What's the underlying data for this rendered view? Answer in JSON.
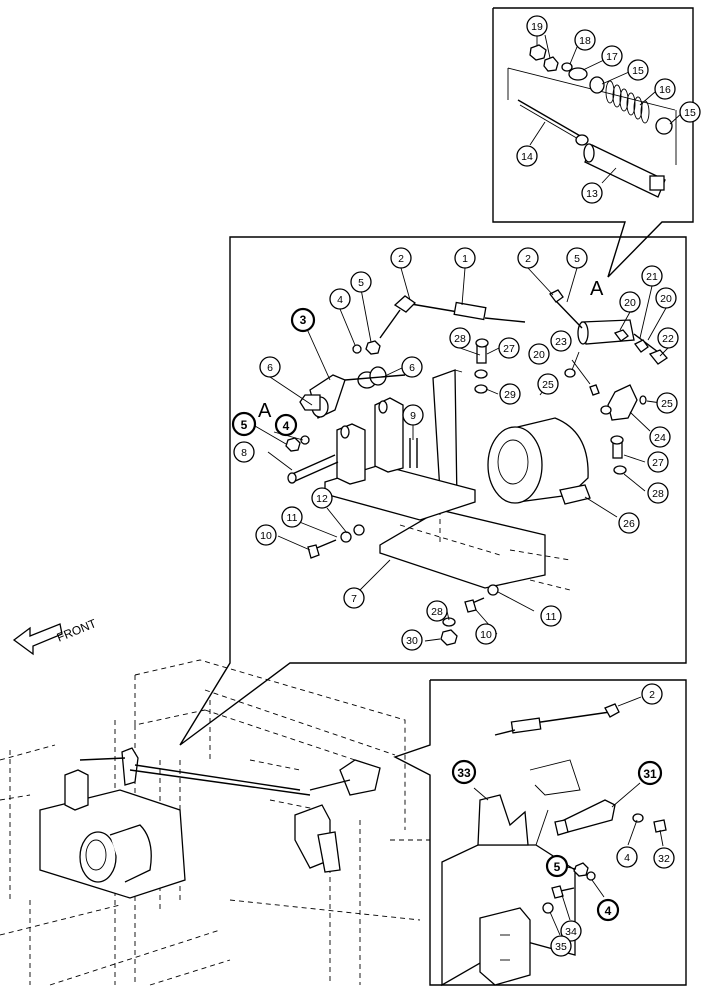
{
  "front_label": "FRONT",
  "view_marker": "A",
  "callouts": {
    "c19": "19",
    "c18": "18",
    "c17": "17",
    "c15a": "15",
    "c16": "16",
    "c15b": "15",
    "c14": "14",
    "c13": "13",
    "c2a": "2",
    "c1": "1",
    "c2b": "2",
    "c5a": "5",
    "c21": "21",
    "c20a": "20",
    "c20b": "20",
    "c22": "22",
    "c4a": "4",
    "c5b": "5",
    "c3": "3",
    "c6a": "6",
    "c6b": "6",
    "c28a": "28",
    "c27a": "27",
    "c23": "23",
    "c20c": "20",
    "c25a": "25",
    "c25b": "25",
    "c29": "29",
    "c4b": "4",
    "c5c": "5",
    "c9": "9",
    "c8": "8",
    "c24": "24",
    "c27b": "27",
    "c28b": "28",
    "c12": "12",
    "c11a": "11",
    "c10a": "10",
    "c26": "26",
    "c7": "7",
    "c28c": "28",
    "c11b": "11",
    "c10b": "10",
    "c30": "30",
    "c2c": "2",
    "c33": "33",
    "c31": "31",
    "c5d": "5",
    "c4c": "4",
    "c32": "32",
    "c4d": "4",
    "c34": "34",
    "c35": "35"
  }
}
